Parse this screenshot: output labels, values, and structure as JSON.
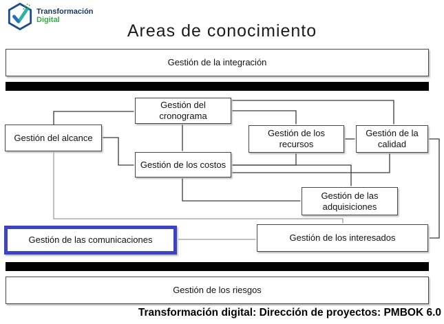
{
  "logo": {
    "name": "Transformación Digital",
    "line1": "Transformación",
    "line2": "Digital",
    "colors": {
      "navy": "#16355e",
      "green": "#3aa94b",
      "teal": "#2bb3a6",
      "blue": "#2d6db5"
    }
  },
  "title": "Areas de conocimiento",
  "caption": "Transformación digital: Dirección de proyectos: PMBOK 6.0",
  "diagram": {
    "highlight_color": "#3d44c3",
    "boxes": {
      "integracion": "Gestión de la integración",
      "cronograma": "Gestión del cronograma",
      "alcance": "Gestión del alcance",
      "recursos": "Gestión de los recursos",
      "calidad": "Gestión de la calidad",
      "costos": "Gestión de los costos",
      "adquisiciones": "Gestión de las adquisiciones",
      "comunicaciones": "Gestión de las comunicaciones",
      "interesados": "Gestión de los interesados",
      "riesgos": "Gestión de los riesgos"
    },
    "highlighted_box": "comunicaciones",
    "connections": [
      {
        "from": "alcance",
        "to": "cronograma",
        "bidirectional": true
      },
      {
        "from": "alcance",
        "to": "costos",
        "bidirectional": true
      },
      {
        "from": "cronograma",
        "to": "costos",
        "bidirectional": true
      },
      {
        "from": "cronograma",
        "to": "recursos",
        "bidirectional": true
      },
      {
        "from": "cronograma",
        "to": "calidad",
        "bidirectional": true
      },
      {
        "from": "recursos",
        "to": "calidad",
        "bidirectional": true
      },
      {
        "from": "costos",
        "to": "recursos",
        "bidirectional": true
      },
      {
        "from": "costos",
        "to": "adquisiciones",
        "bidirectional": true
      },
      {
        "from": "costos",
        "to": "calidad",
        "bidirectional": true
      },
      {
        "from": "calidad",
        "to": "interesados",
        "bidirectional": true
      },
      {
        "from": "alcance",
        "to": "interesados",
        "bidirectional": true
      },
      {
        "from": "comunicaciones",
        "to": "interesados",
        "bidirectional": true
      }
    ]
  }
}
